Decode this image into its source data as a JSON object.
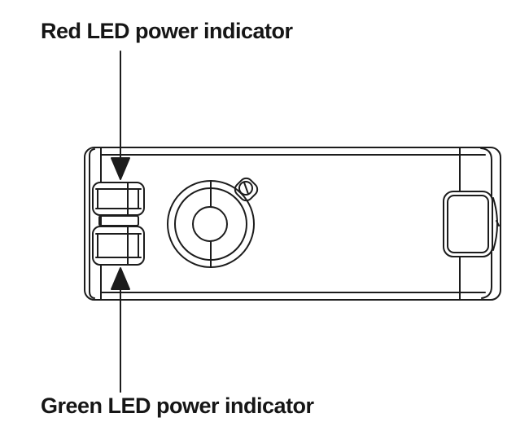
{
  "diagram": {
    "callouts": [
      {
        "id": "red-led",
        "label": "Red LED power indicator",
        "arrow": "down"
      },
      {
        "id": "green-led",
        "label": "Green LED power indicator",
        "arrow": "up"
      }
    ],
    "colors": {
      "line": "#1c1c1c",
      "text": "#161616",
      "background": "#ffffff"
    }
  }
}
